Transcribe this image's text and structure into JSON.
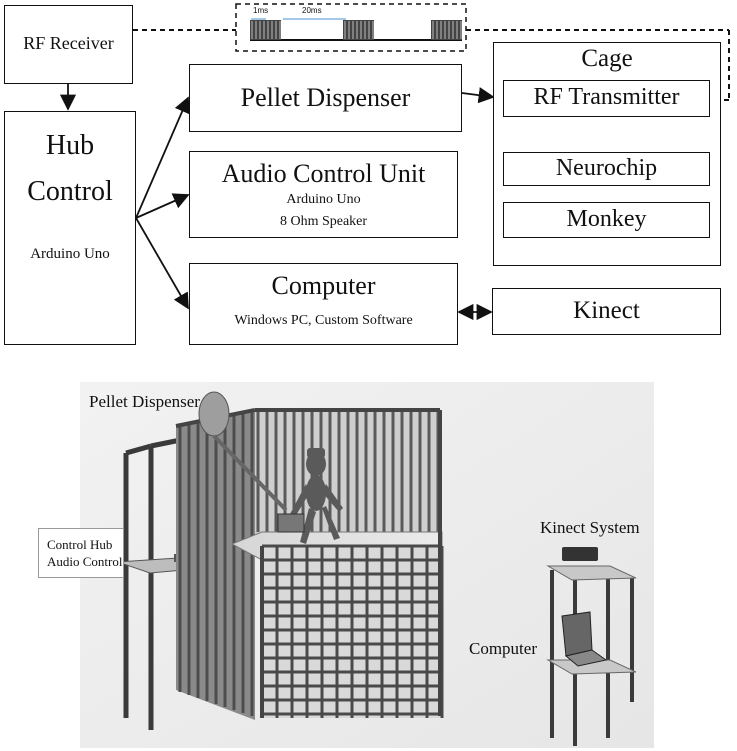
{
  "diagram": {
    "rf_receiver": "RF Receiver",
    "hub": {
      "title_line1": "Hub",
      "title_line2": "Control",
      "sub": "Arduino Uno"
    },
    "pellet_dispenser": "Pellet Dispenser",
    "audio_control": {
      "title": "Audio Control Unit",
      "sub1": "Arduino Uno",
      "sub2": "8 Ohm Speaker"
    },
    "computer": {
      "title": "Computer",
      "sub": "Windows PC, Custom Software"
    },
    "cage": {
      "title": "Cage",
      "rf_transmitter": "RF Transmitter",
      "neurochip": "Neurochip",
      "monkey": "Monkey"
    },
    "kinect": "Kinect",
    "pulse_timing": {
      "pulse": "1ms",
      "interval": "20ms"
    }
  },
  "scene": {
    "pellet_dispenser": "Pellet Dispenser",
    "control_hub_line1": "Control Hub",
    "control_hub_line2": "Audio Control",
    "kinect_system": "Kinect System",
    "computer": "Computer"
  }
}
